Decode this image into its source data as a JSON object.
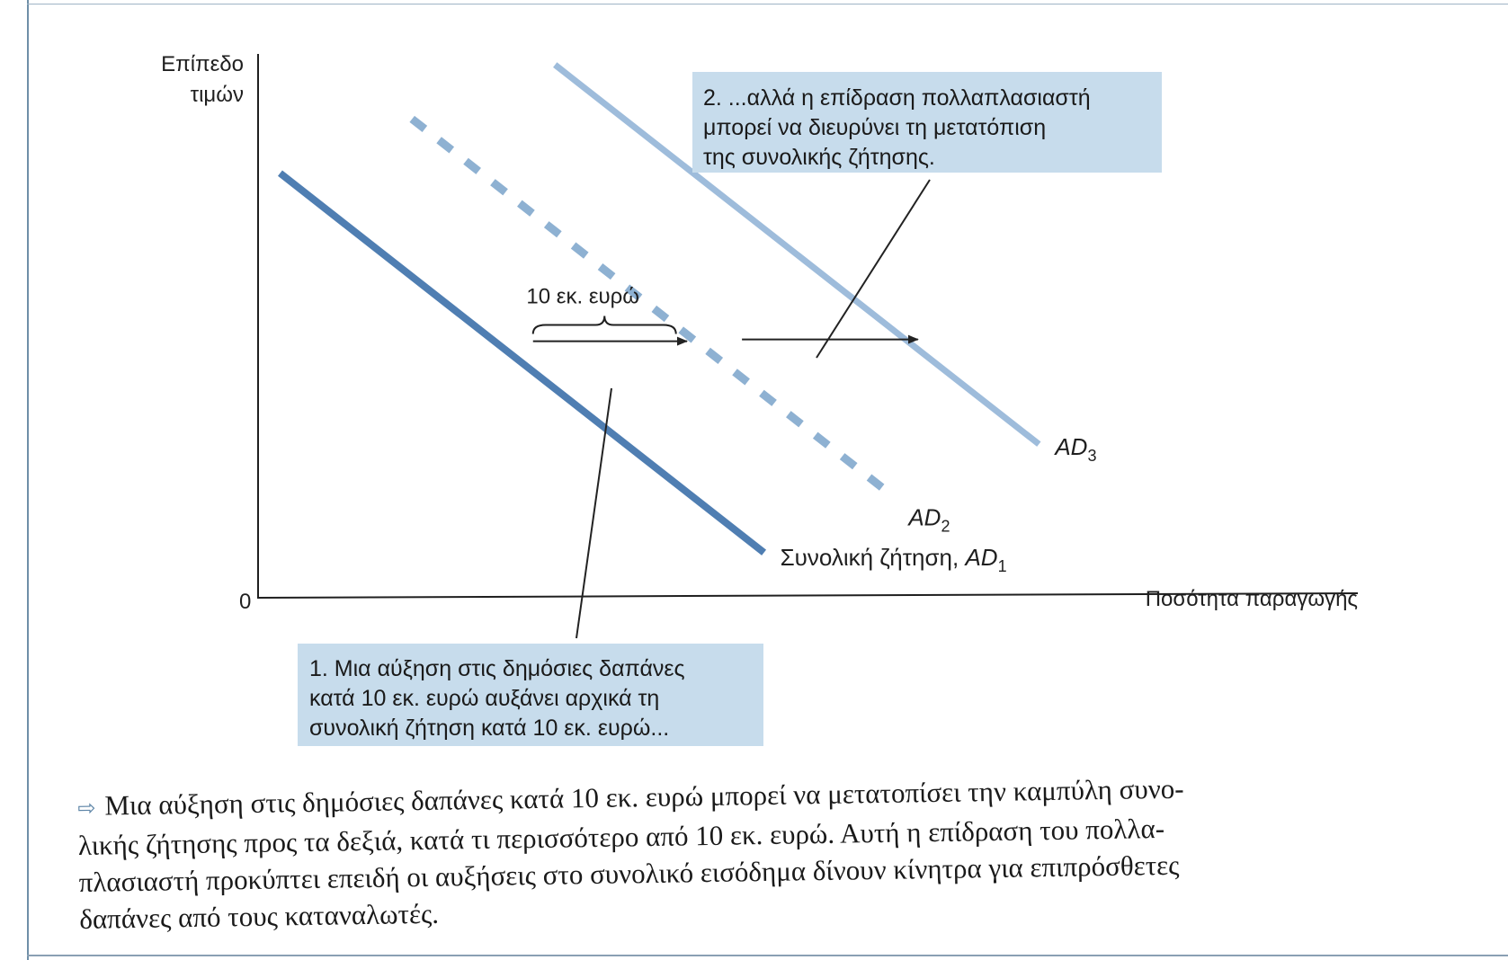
{
  "chart_data": {
    "type": "line",
    "ylabel_lines": [
      "Επίπεδο",
      "τιμών"
    ],
    "xlabel": "Ποσότητα παραγωγής",
    "origin_label": "0",
    "xlim": [
      0,
      100
    ],
    "ylim": [
      0,
      100
    ],
    "series": [
      {
        "name": "Συνολική ζήτηση, AD₁",
        "label_parts": {
          "prefix": "Συνολική ζήτηση, ",
          "italic": "AD",
          "sub": "1"
        },
        "x": [
          2,
          46
        ],
        "y": [
          78,
          8
        ],
        "style": "solid",
        "color": "#4f7eb2"
      },
      {
        "name": "AD₂",
        "label_parts": {
          "prefix": "",
          "italic": "AD",
          "sub": "2"
        },
        "x": [
          14,
          58
        ],
        "y": [
          88,
          18
        ],
        "style": "dashed",
        "color": "#8eb1d2"
      },
      {
        "name": "AD₃",
        "label_parts": {
          "prefix": "",
          "italic": "AD",
          "sub": "3"
        },
        "x": [
          27,
          71
        ],
        "y": [
          98,
          28
        ],
        "style": "solid",
        "color": "#9ebcdb"
      }
    ],
    "annotations": {
      "brace_label": "10 εκ. ευρώ",
      "arrow1": {
        "x": [
          25,
          39
        ],
        "y": 47
      },
      "arrow2": {
        "x": [
          44,
          60
        ],
        "y": 47
      },
      "brace": {
        "x": [
          25,
          38
        ],
        "y": 50
      }
    },
    "callouts": [
      {
        "id": "callout-2",
        "lines": [
          "2. ...αλλά η επίδραση πολλαπλασιαστή",
          "μπορεί να διευρύνει τη μετατόπιση",
          "της συνολικής ζήτησης."
        ]
      },
      {
        "id": "callout-1",
        "lines": [
          "1. Μια αύξηση στις δημόσιες δαπάνες",
          "κατά 10 εκ. ευρώ αυξάνει αρχικά τη",
          "συνολική ζήτηση κατά 10 εκ. ευρώ..."
        ]
      }
    ]
  },
  "caption": {
    "icon": "arrow-outline-icon",
    "lines": [
      "Μια αύξηση στις δημόσιες δαπάνες κατά 10 εκ. ευρώ μπορεί να μετατοπίσει την καμπύλη συνο-",
      "λικής ζήτησης προς τα δεξιά, κατά τι περισσότερο από 10 εκ. ευρώ. Αυτή η επίδραση του πολλα-",
      "πλασιαστή προκύπτει επειδή οι αυξήσεις στο συνολικό εισόδημα δίνουν κίνητρα για επιπρόσθετες",
      "δαπάνες από τους καταναλωτές."
    ]
  }
}
